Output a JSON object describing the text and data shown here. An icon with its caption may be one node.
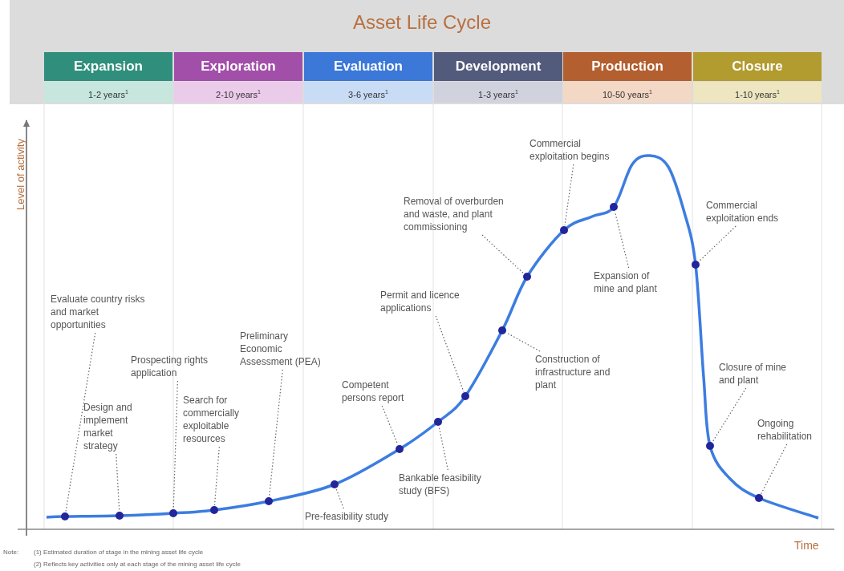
{
  "diagram": {
    "title": "Asset Life Cycle",
    "nodes": [
      {
        "text": [
          "Expansion",
          "1-2 years$^{1}$"
        ]
      },
      {
        "text": [
          "Exploration",
          "2-10 years$^{1}$"
        ]
      },
      {
        "text": [
          "Evaluation",
          "3-6 years$^{1}$"
        ]
      },
      {
        "text": [
          "Development",
          "1-3 years$^{1}$"
        ]
      },
      {
        "text": [
          "Production",
          "10-50 years$^{1}$"
        ]
      },
      {
        "text": [
          "Closure",
          "1-10 years$^{1}$"
        ]
      },
      {
        "text": [
          "Evaluate country risks and market opportunities"
        ]
      },
      {
        "text": [
          "Design and implement market strategy"
        ]
      },
      {
        "text": [
          "Prospecting rights application"
        ]
      },
      {
        "text": [
          "Search for commercially exploitable resources"
        ]
      },
      {
        "text": [
          "Preliminary Economic Assessment (PEA)"
        ]
      },
      {
        "text": [
          "Pre-feasibility study"
        ]
      },
      {
        "text": [
          "Competent persons report"
        ]
      },
      {
        "text": [
          "Bankable feasibility study (BFS)"
        ]
      },
      {
        "text": [
          "Permit and licence applications"
        ]
      },
      {
        "text": [
          "Construction of infrastructure and plant"
        ]
      },
      {
        "text": [
          "Removal of overburden and waste, and plant commissioning"
        ]
      },
      {
        "text": [
          "Commercial exploitation begins"
        ]
      },
      {
        "text": [
          "Expansion of mine and plant"
        ]
      },
      {
        "text": [
          "Commercial exploitation ends"
        ]
      },
      {
        "text": [
          "Closure of mine and plant"
        ]
      },
      {
        "text": [
          "Ongoing rehabilitation"
        ]
      },
      {
        "text": [],
        "shape": "circle"
      },
      {
        "text": [],
        "shape": "circle"
      },
      {
        "text": [],
        "shape": "circle"
      },
      {
        "text": [],
        "shape": "circle"
      },
      {
        "text": [],
        "shape": "circle"
      },
      {
        "text": [],
        "shape": "circle"
      },
      {
        "text": [],
        "shape": "circle"
      },
      {
        "text": [],
        "shape": "circle"
      },
      {
        "text": [],
        "shape": "circle"
      },
      {
        "text": [],
        "shape": "circle"
      },
      {
        "text": [],
        "shape": "circle"
      },
      {
        "text": [],
        "shape": "circle"
      },
      {
        "text": [],
        "shape": "circle"
      },
      {
        "text": [],
        "shape": "circle"
      },
      {
        "text": [],
        "shape": "circle"
      },
      {
        "text": [],
        "shape": "circle"
      }
    ],
    "edges": [
      {
        "from": 6,
        "to": 22,
        "arrow": "none"
      },
      {
        "from": 7,
        "to": 23,
        "arrow": "none"
      },
      {
        "from": 8,
        "to": 24,
        "arrow": "none"
      },
      {
        "from": 9,
        "to": 25,
        "arrow": "none"
      },
      {
        "from": 10,
        "to": 26,
        "arrow": "none"
      },
      {
        "from": 11,
        "to": 27,
        "arrow": "none"
      },
      {
        "from": 12,
        "to": 28,
        "arrow": "none"
      },
      {
        "from": 13,
        "to": 29,
        "arrow": "none"
      },
      {
        "from": 14,
        "to": 30,
        "arrow": "none"
      },
      {
        "from": 15,
        "to": 31,
        "arrow": "none"
      },
      {
        "from": 16,
        "to": 32,
        "arrow": "none"
      },
      {
        "from": 17,
        "to": 33,
        "arrow": "none"
      },
      {
        "from": 18,
        "to": 34,
        "arrow": "none"
      },
      {
        "from": 19,
        "to": 35,
        "arrow": "none"
      },
      {
        "from": 20,
        "to": 36,
        "arrow": "none"
      },
      {
        "from": 21,
        "to": 37,
        "arrow": "none"
      }
    ],
    "labels": [
      "Level of activity",
      "Time",
      "Note:",
      "(1) Estimated duration of stage in the mining asset life cycle",
      "(2) Reflects key activities only at each stage of the mining asset life cycle"
    ]
  }
}
